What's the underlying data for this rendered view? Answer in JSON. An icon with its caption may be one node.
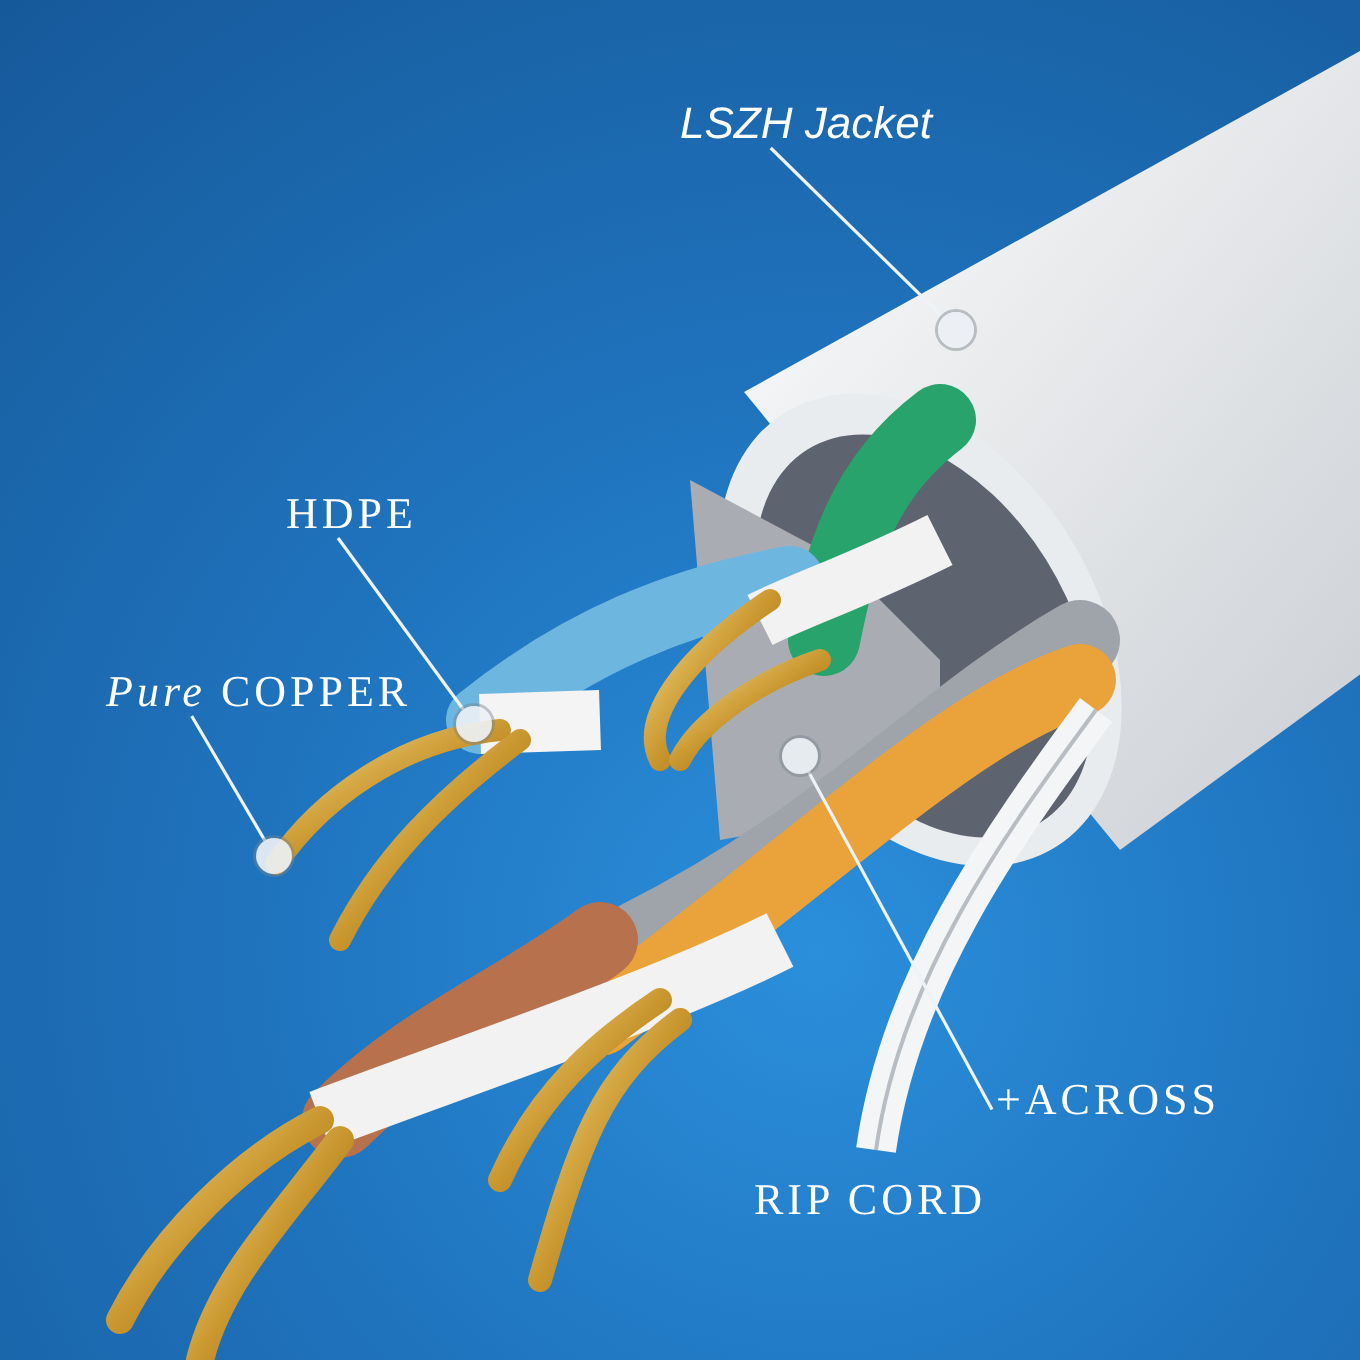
{
  "diagram": {
    "nodes": [
      {
        "text": [
          "LSZH Jacket"
        ]
      },
      {
        "text": [],
        "shape": "circle"
      },
      {
        "text": [
          "HDPE"
        ]
      },
      {
        "text": [],
        "shape": "circle"
      },
      {
        "text": [
          "*Pure* COPPER"
        ]
      },
      {
        "text": [],
        "shape": "circle"
      },
      {
        "text": [
          "+ACROSS"
        ]
      },
      {
        "text": [],
        "shape": "circle"
      }
    ],
    "edges": [
      {
        "from": 0,
        "to": 1,
        "arrow": "none"
      },
      {
        "from": 2,
        "to": 3,
        "arrow": "none"
      },
      {
        "from": 4,
        "to": 5,
        "arrow": "none"
      },
      {
        "from": 6,
        "to": 7,
        "arrow": "none"
      }
    ],
    "labels": [
      "RIP CORD"
    ]
  }
}
